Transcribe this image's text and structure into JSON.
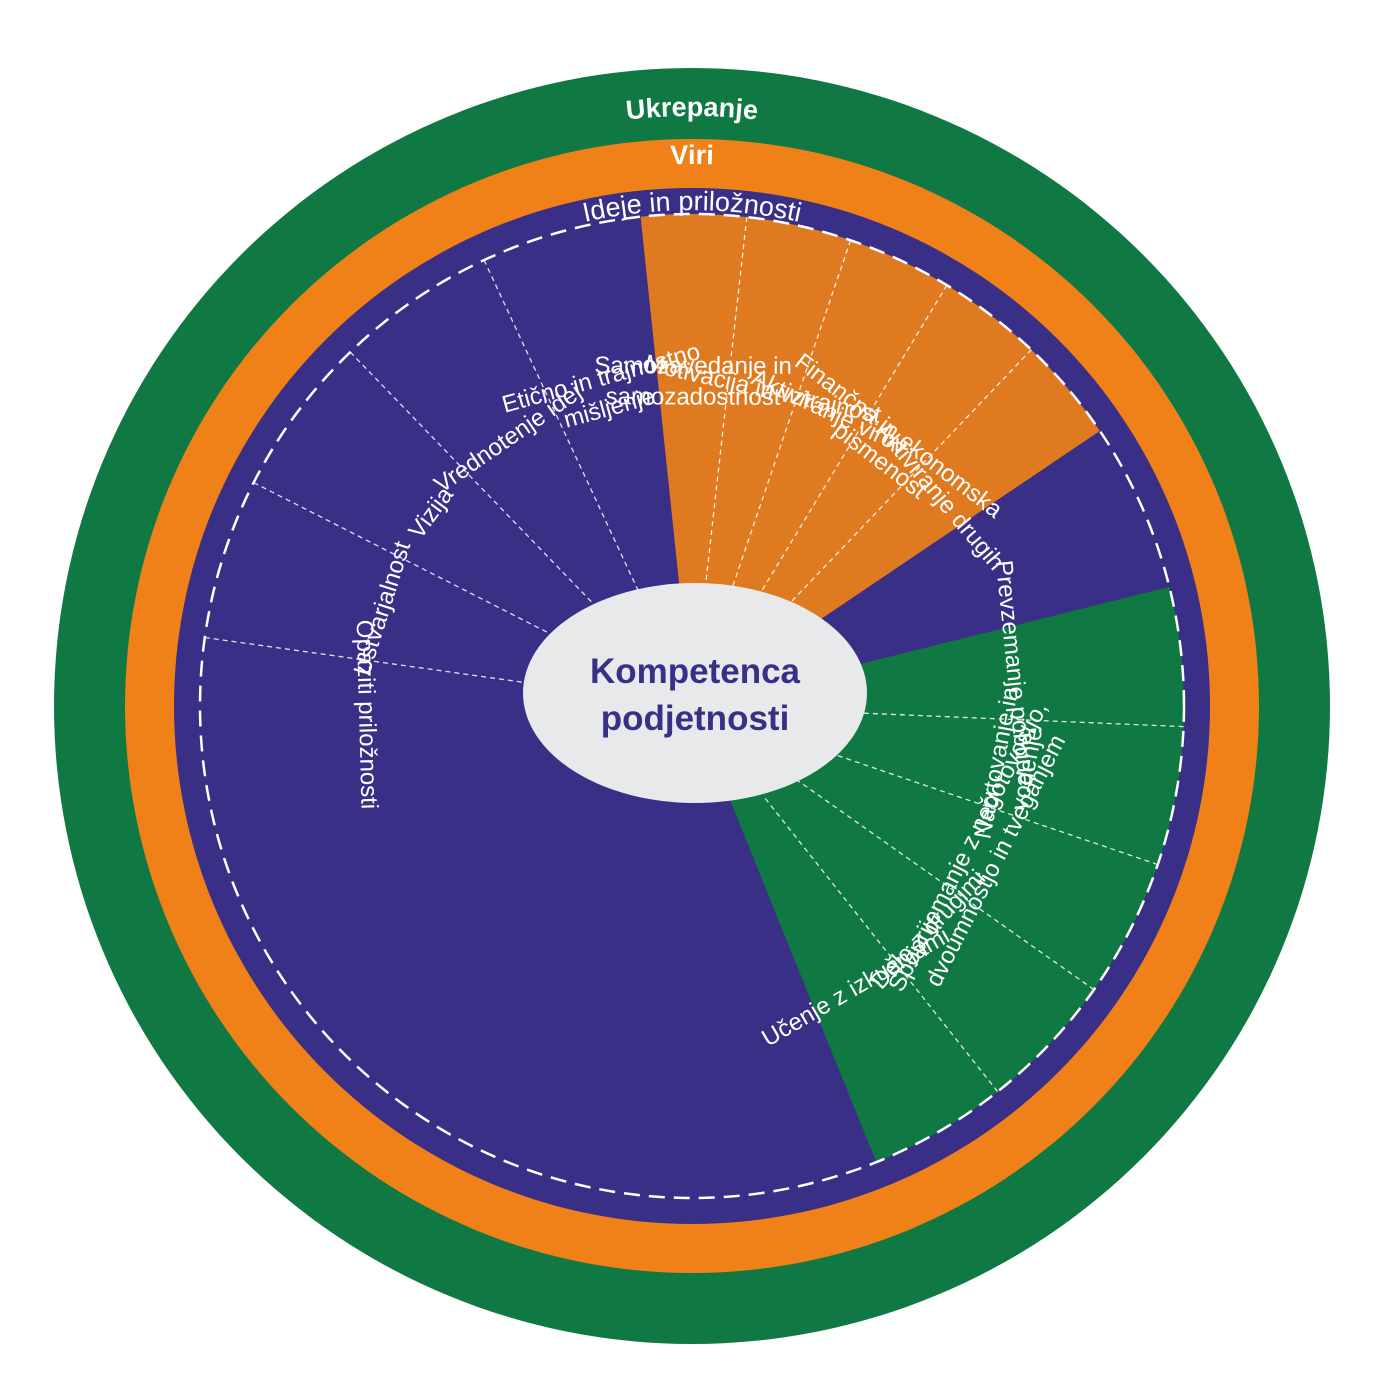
{
  "colors": {
    "green": "#0f7843",
    "orange": "#f08119",
    "orange_segments": "#e07a20",
    "purple": "#3a2f87",
    "center_fill": "#e8e9ea",
    "center_text": "#3a2f87",
    "white": "#ffffff"
  },
  "rings": {
    "outer": "Ukrepanje",
    "middle": "Viri",
    "inner": "Ideje in priložnosti"
  },
  "center": {
    "line1": "Kompetenca",
    "line2": "podjetnosti"
  },
  "groups": [
    {
      "name": "Ideje in priložnosti",
      "color": "purple",
      "items": [
        [
          "Opaziti priložnosti"
        ],
        [
          "Ustvarjalnost"
        ],
        [
          "Vizija"
        ],
        [
          "Vrednotenje idej"
        ],
        [
          "Etično in trajnostno",
          "mišljenje"
        ]
      ]
    },
    {
      "name": "Viri",
      "color": "orange",
      "items": [
        [
          "Samozavedanje in",
          "samozadostnost"
        ],
        [
          "Motivacija in vztrajnost"
        ],
        [
          "Aktiviranje virov"
        ],
        [
          "Finančna in ekonomska",
          "pismenost"
        ],
        [
          "Aktiviranje drugih"
        ]
      ]
    },
    {
      "name": "Ukrepanje",
      "color": "green",
      "items": [
        [
          "Prevzemanje pobude"
        ],
        [
          "Načrtovanje in",
          "vodenje"
        ],
        [
          "Spoprijemanje z negotovostjo,",
          "dvoumnostjo in tveganjem"
        ],
        [
          "Delo z drugimi"
        ],
        [
          "Učenje z izkušnjami"
        ]
      ]
    }
  ]
}
